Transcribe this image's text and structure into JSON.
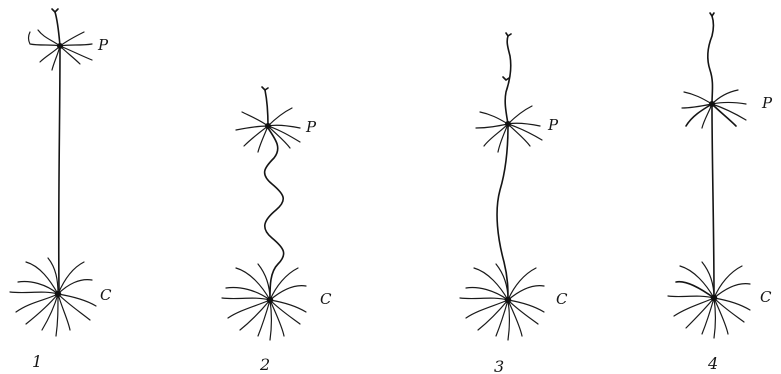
{
  "figures": [
    {
      "number": "1",
      "top_label": "P",
      "bottom_label": "C"
    },
    {
      "number": "2",
      "top_label": "P",
      "bottom_label": "C"
    },
    {
      "number": "3",
      "top_label": "P",
      "bottom_label": "C"
    },
    {
      "number": "4",
      "top_label": "P",
      "bottom_label": "C"
    }
  ]
}
